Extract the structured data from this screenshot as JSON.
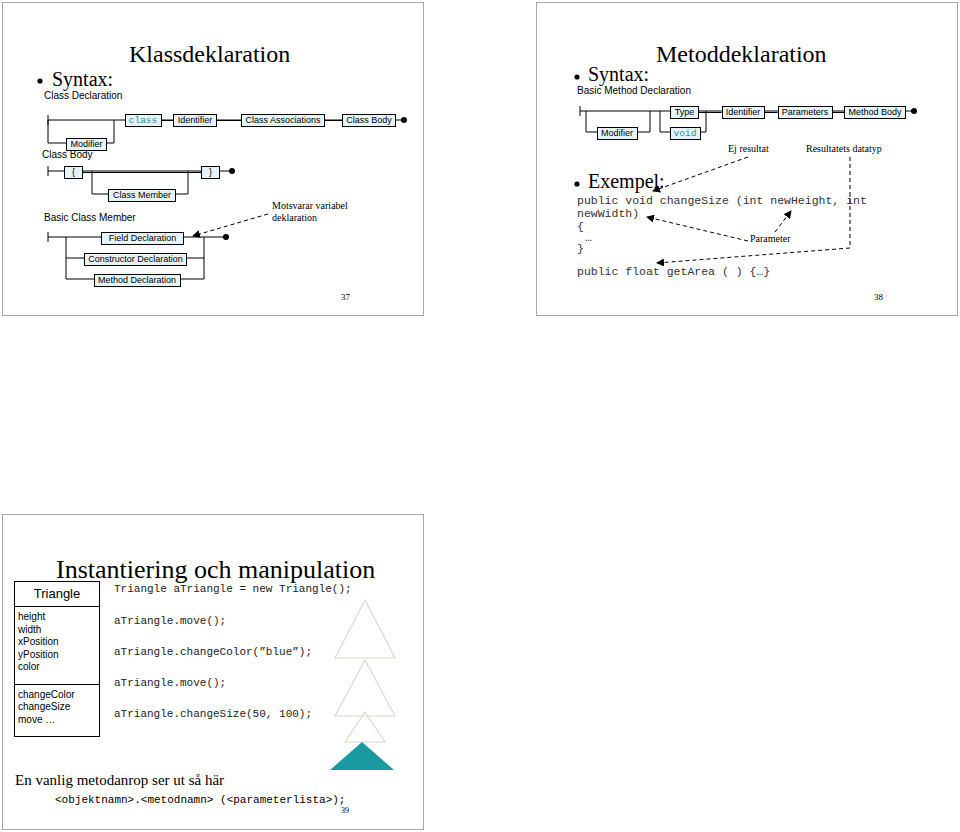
{
  "diagram": {
    "nodes": [
      {
        "text": [
          "Klassdeklaration"
        ]
      },
      {
        "text": [
          "class"
        ],
        "in": 0
      },
      {
        "text": [
          "Identifier"
        ],
        "in": 0
      },
      {
        "text": [
          "Class Associations"
        ],
        "in": 0
      },
      {
        "text": [
          "Class Body"
        ],
        "in": 0
      },
      {
        "text": [
          "Modifier"
        ],
        "in": 0
      },
      {
        "text": [
          "{"
        ],
        "in": 0
      },
      {
        "text": [
          "}"
        ],
        "in": 0
      },
      {
        "text": [
          "Class Member"
        ],
        "in": 0
      },
      {
        "text": [
          "Field Declaration"
        ],
        "in": 0
      },
      {
        "text": [
          "Constructor Declaration"
        ],
        "in": 0
      },
      {
        "text": [
          "Method Declaration"
        ],
        "in": 0
      },
      {
        "text": [
          "Metoddeklaration"
        ]
      },
      {
        "text": [
          "Type"
        ],
        "in": 12
      },
      {
        "text": [
          "Identifier"
        ],
        "in": 12
      },
      {
        "text": [
          "Parameters"
        ],
        "in": 12
      },
      {
        "text": [
          "Method Body"
        ],
        "in": 12
      },
      {
        "text": [
          "Modifier"
        ],
        "in": 12
      },
      {
        "text": [
          "void"
        ],
        "in": 12
      },
      {
        "text": [
          "Instantiering och manipulation"
        ]
      },
      {
        "text": [
          "Triangle",
          "height width xPosition yPosition color",
          "changeColor changeSize move …"
        ],
        "in": 19
      }
    ],
    "edges": [
      {
        "from": 1,
        "to": 2,
        "arrow": "none"
      },
      {
        "from": 2,
        "to": 3,
        "arrow": "none"
      },
      {
        "from": 3,
        "to": 4,
        "arrow": "none"
      },
      {
        "from": 6,
        "to": 7,
        "arrow": "none"
      },
      {
        "from": 13,
        "to": 14,
        "arrow": "none"
      },
      {
        "from": 14,
        "to": 15,
        "arrow": "none"
      },
      {
        "from": 15,
        "to": 16,
        "arrow": "none"
      }
    ],
    "labels": [
      "Syntax:",
      "Class Declaration",
      "Class Body",
      "Basic Class Member",
      "Motsvarar variabel deklaration",
      "37",
      "Syntax:",
      "Basic Method Declaration",
      "Ej resultat",
      "Resultatets datatyp",
      "Exempel:",
      "public void changeSize (int newHeight, int newWidth)",
      "{",
      "…",
      "}",
      "Parameter",
      "public float getArea ( ) {…}",
      "38",
      "Triangle aTriangle = new Triangle();",
      "aTriangle.move();",
      "aTriangle.changeColor(”blue”);",
      "aTriangle.move();",
      "aTriangle.changeSize(50, 100);",
      "En vanlig metodanrop ser ut så här",
      "<objektnamn>.<metodnamn> (<parameterlista>);",
      "39"
    ]
  }
}
